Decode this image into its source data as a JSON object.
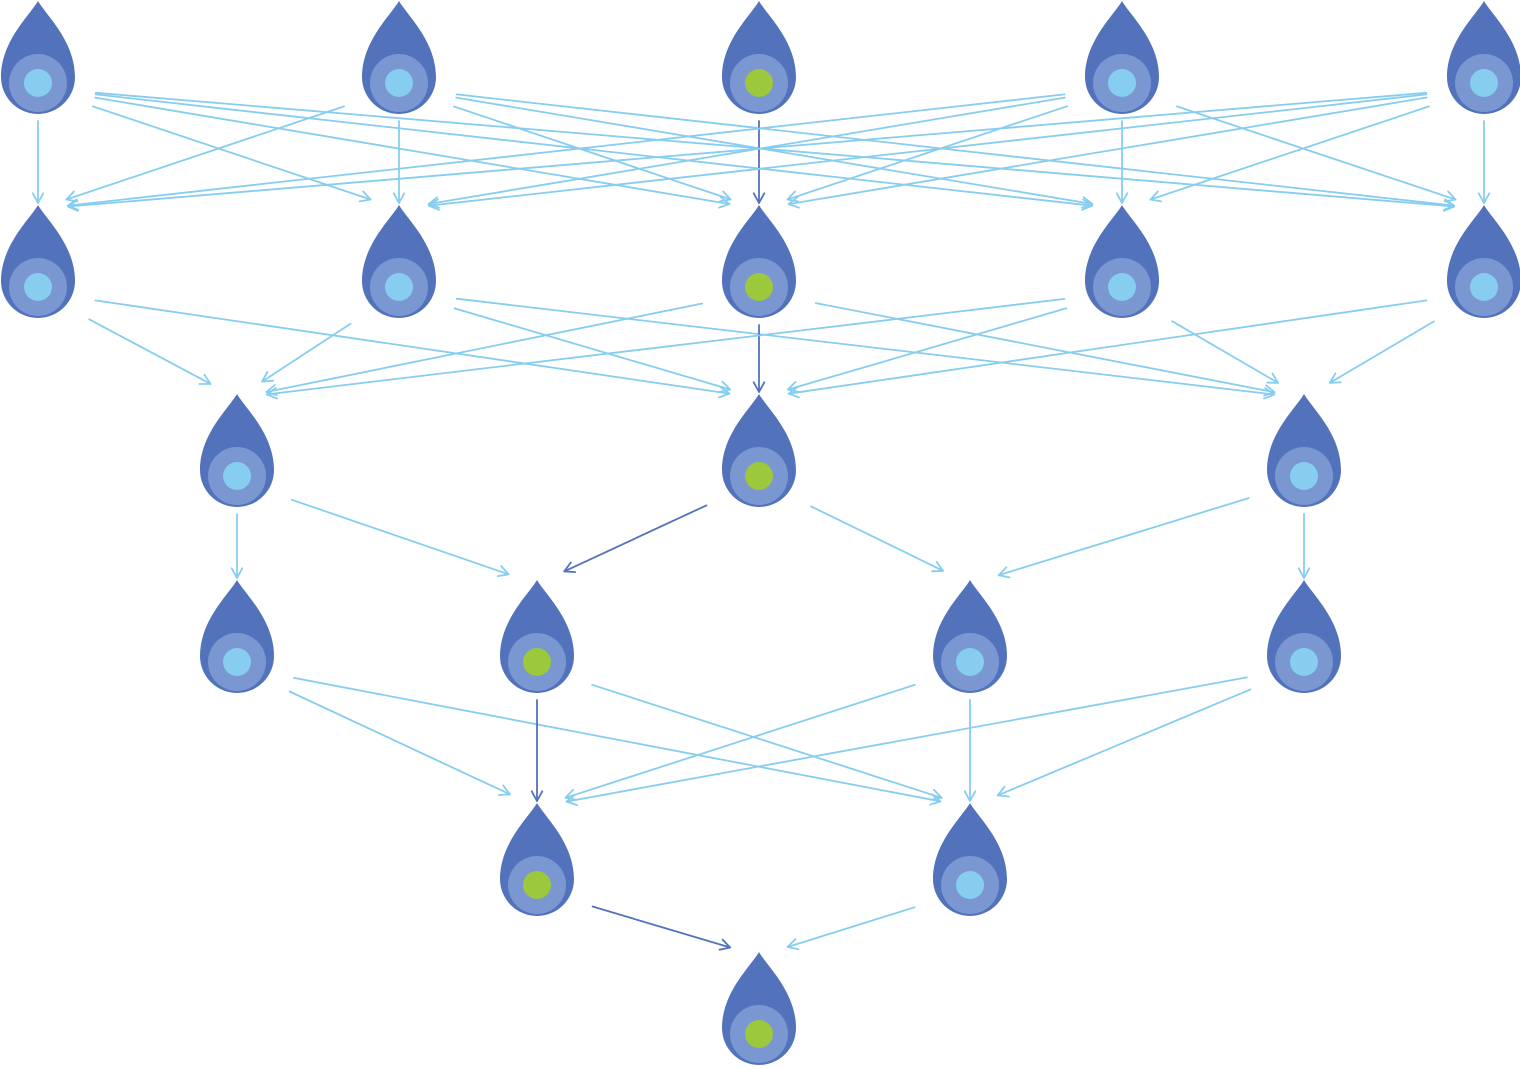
{
  "colors": {
    "drop_outer": "#5272bc",
    "drop_ring": "#7a97d2",
    "core_default": "#86cdf0",
    "core_highlight": "#9bc93b",
    "edge_default": "#86cdf0",
    "edge_highlight": "#5272bc"
  },
  "node_icon": "water-drop-icon",
  "layers": [
    {
      "name": "layer-1",
      "nodes": [
        {
          "id": "n1-1",
          "state": "default"
        },
        {
          "id": "n1-2",
          "state": "default"
        },
        {
          "id": "n1-3",
          "state": "highlight"
        },
        {
          "id": "n1-4",
          "state": "default"
        },
        {
          "id": "n1-5",
          "state": "default"
        }
      ]
    },
    {
      "name": "layer-2",
      "nodes": [
        {
          "id": "n2-1",
          "state": "default"
        },
        {
          "id": "n2-2",
          "state": "default"
        },
        {
          "id": "n2-3",
          "state": "highlight"
        },
        {
          "id": "n2-4",
          "state": "default"
        },
        {
          "id": "n2-5",
          "state": "default"
        }
      ]
    },
    {
      "name": "layer-3",
      "nodes": [
        {
          "id": "n3-1",
          "state": "default"
        },
        {
          "id": "n3-2",
          "state": "highlight"
        },
        {
          "id": "n3-3",
          "state": "default"
        }
      ]
    },
    {
      "name": "layer-4",
      "nodes": [
        {
          "id": "n4-1",
          "state": "default"
        },
        {
          "id": "n4-2",
          "state": "highlight"
        },
        {
          "id": "n4-3",
          "state": "default"
        },
        {
          "id": "n4-4",
          "state": "default"
        }
      ]
    },
    {
      "name": "layer-5",
      "nodes": [
        {
          "id": "n5-1",
          "state": "highlight"
        },
        {
          "id": "n5-2",
          "state": "default"
        }
      ]
    },
    {
      "name": "layer-6",
      "nodes": [
        {
          "id": "n6-1",
          "state": "highlight"
        }
      ]
    }
  ],
  "edges": [
    {
      "from": "n1-1",
      "to": "n2-1",
      "state": "default"
    },
    {
      "from": "n1-1",
      "to": "n2-2",
      "state": "default"
    },
    {
      "from": "n1-1",
      "to": "n2-3",
      "state": "default"
    },
    {
      "from": "n1-1",
      "to": "n2-4",
      "state": "default"
    },
    {
      "from": "n1-1",
      "to": "n2-5",
      "state": "default"
    },
    {
      "from": "n1-2",
      "to": "n2-1",
      "state": "default"
    },
    {
      "from": "n1-2",
      "to": "n2-2",
      "state": "default"
    },
    {
      "from": "n1-2",
      "to": "n2-3",
      "state": "default"
    },
    {
      "from": "n1-2",
      "to": "n2-4",
      "state": "default"
    },
    {
      "from": "n1-2",
      "to": "n2-5",
      "state": "default"
    },
    {
      "from": "n1-3",
      "to": "n2-3",
      "state": "highlight"
    },
    {
      "from": "n1-4",
      "to": "n2-1",
      "state": "default"
    },
    {
      "from": "n1-4",
      "to": "n2-2",
      "state": "default"
    },
    {
      "from": "n1-4",
      "to": "n2-3",
      "state": "default"
    },
    {
      "from": "n1-4",
      "to": "n2-4",
      "state": "default"
    },
    {
      "from": "n1-4",
      "to": "n2-5",
      "state": "default"
    },
    {
      "from": "n1-5",
      "to": "n2-1",
      "state": "default"
    },
    {
      "from": "n1-5",
      "to": "n2-2",
      "state": "default"
    },
    {
      "from": "n1-5",
      "to": "n2-3",
      "state": "default"
    },
    {
      "from": "n1-5",
      "to": "n2-4",
      "state": "default"
    },
    {
      "from": "n1-5",
      "to": "n2-5",
      "state": "default"
    },
    {
      "from": "n2-1",
      "to": "n3-1",
      "state": "default"
    },
    {
      "from": "n2-1",
      "to": "n3-2",
      "state": "default"
    },
    {
      "from": "n2-2",
      "to": "n3-1",
      "state": "default"
    },
    {
      "from": "n2-2",
      "to": "n3-2",
      "state": "default"
    },
    {
      "from": "n2-2",
      "to": "n3-3",
      "state": "default"
    },
    {
      "from": "n2-3",
      "to": "n3-1",
      "state": "default"
    },
    {
      "from": "n2-3",
      "to": "n3-2",
      "state": "highlight"
    },
    {
      "from": "n2-3",
      "to": "n3-3",
      "state": "default"
    },
    {
      "from": "n2-4",
      "to": "n3-1",
      "state": "default"
    },
    {
      "from": "n2-4",
      "to": "n3-2",
      "state": "default"
    },
    {
      "from": "n2-4",
      "to": "n3-3",
      "state": "default"
    },
    {
      "from": "n2-5",
      "to": "n3-2",
      "state": "default"
    },
    {
      "from": "n2-5",
      "to": "n3-3",
      "state": "default"
    },
    {
      "from": "n3-1",
      "to": "n4-1",
      "state": "default"
    },
    {
      "from": "n3-1",
      "to": "n4-2",
      "state": "default"
    },
    {
      "from": "n3-2",
      "to": "n4-2",
      "state": "highlight"
    },
    {
      "from": "n3-2",
      "to": "n4-3",
      "state": "default"
    },
    {
      "from": "n3-3",
      "to": "n4-3",
      "state": "default"
    },
    {
      "from": "n3-3",
      "to": "n4-4",
      "state": "default"
    },
    {
      "from": "n4-1",
      "to": "n5-1",
      "state": "default"
    },
    {
      "from": "n4-1",
      "to": "n5-2",
      "state": "default"
    },
    {
      "from": "n4-2",
      "to": "n5-1",
      "state": "highlight"
    },
    {
      "from": "n4-2",
      "to": "n5-2",
      "state": "default"
    },
    {
      "from": "n4-3",
      "to": "n5-1",
      "state": "default"
    },
    {
      "from": "n4-3",
      "to": "n5-2",
      "state": "default"
    },
    {
      "from": "n4-4",
      "to": "n5-1",
      "state": "default"
    },
    {
      "from": "n4-4",
      "to": "n5-2",
      "state": "default"
    },
    {
      "from": "n5-1",
      "to": "n6-1",
      "state": "highlight"
    },
    {
      "from": "n5-2",
      "to": "n6-1",
      "state": "default"
    }
  ]
}
